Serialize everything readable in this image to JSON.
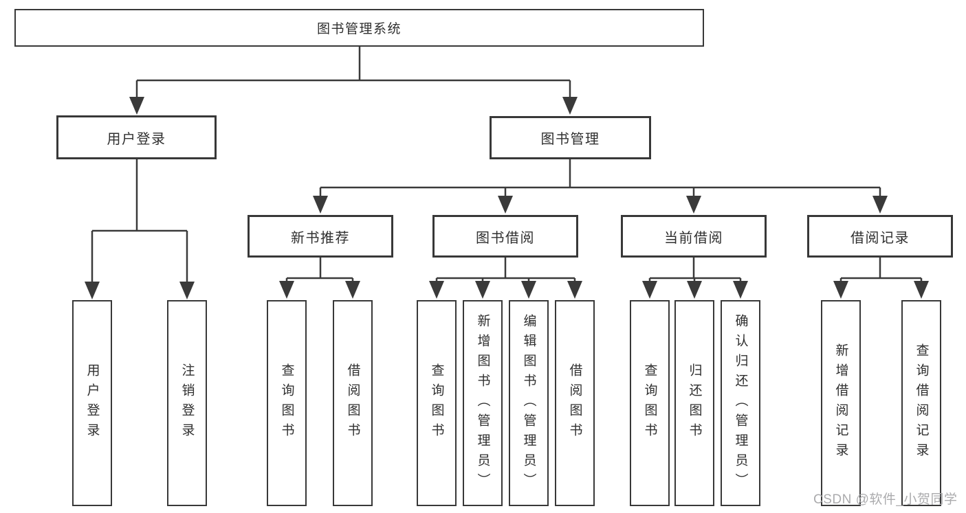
{
  "tree": {
    "label": "图书管理系统",
    "children": [
      {
        "label": "用户登录",
        "children": [
          {
            "label": "用户登录"
          },
          {
            "label": "注销登录"
          }
        ]
      },
      {
        "label": "图书管理",
        "children": [
          {
            "label": "新书推荐",
            "children": [
              {
                "label": "查询图书"
              },
              {
                "label": "借阅图书"
              }
            ]
          },
          {
            "label": "图书借阅",
            "children": [
              {
                "label": "查询图书"
              },
              {
                "label": "新增图书（管理员）"
              },
              {
                "label": "编辑图书（管理员）"
              },
              {
                "label": "借阅图书"
              }
            ]
          },
          {
            "label": "当前借阅",
            "children": [
              {
                "label": "查询图书"
              },
              {
                "label": "归还图书"
              },
              {
                "label": "确认归还（管理员）"
              }
            ]
          },
          {
            "label": "借阅记录",
            "children": [
              {
                "label": "新增借阅记录"
              },
              {
                "label": "查询借阅记录"
              }
            ]
          }
        ]
      }
    ]
  },
  "watermark": {
    "text": "CSDN @软件_小贺同学"
  },
  "colors": {
    "line": "#3a3a3a",
    "box_border": "#383838",
    "text": "#2f2f2f",
    "watermark": "#ababad",
    "background": "#ffffff"
  }
}
